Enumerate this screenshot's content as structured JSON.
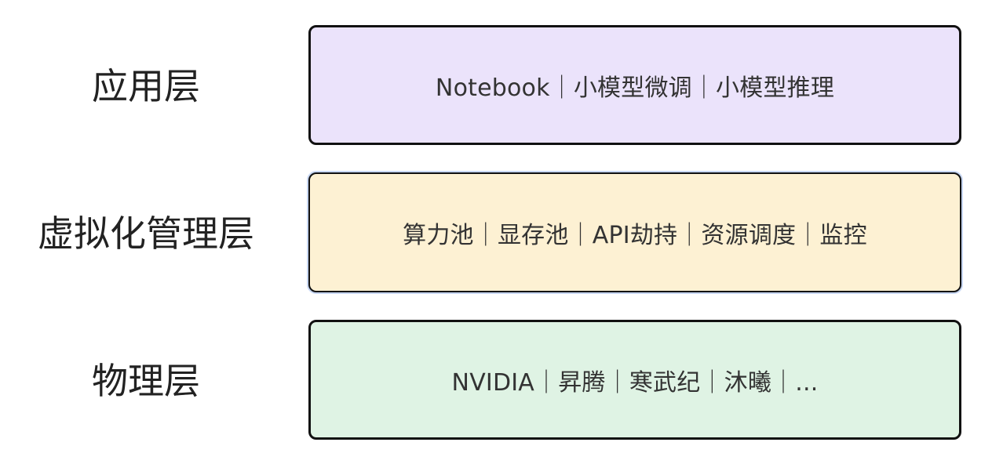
{
  "layers": [
    {
      "id": "application",
      "label": "应用层",
      "content": "Notebook｜小模型微调｜小模型推理",
      "fill": "#ebe3fb"
    },
    {
      "id": "virtualization",
      "label": "虚拟化管理层",
      "content": "算力池｜显存池｜API劫持｜资源调度｜监控",
      "fill": "#fdf1d3"
    },
    {
      "id": "physical",
      "label": "物理层",
      "content": "NVIDIA｜昇腾｜寒武纪｜沐曦｜...",
      "fill": "#dff3e4"
    }
  ]
}
